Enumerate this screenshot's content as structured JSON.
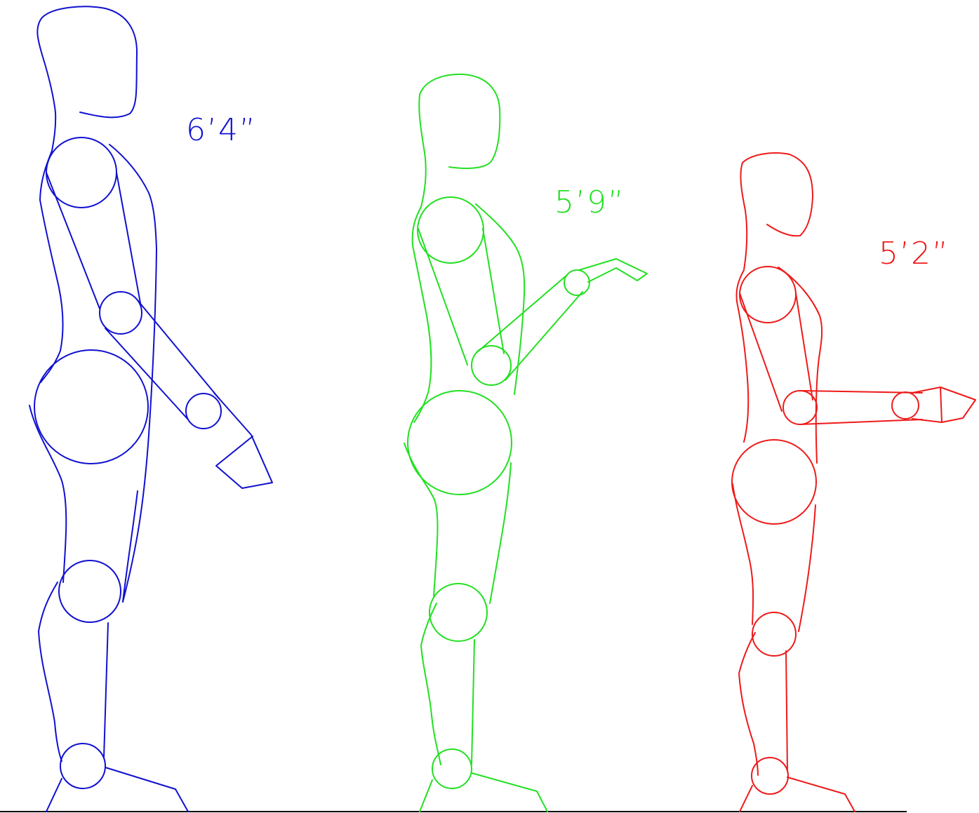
{
  "figures": [
    {
      "id": "tall",
      "height_label": "6’4”",
      "color": "#1010d0"
    },
    {
      "id": "medium",
      "height_label": "5’9”",
      "color": "#22e022"
    },
    {
      "id": "short",
      "height_label": "5’2”",
      "color": "#ee1a1a"
    }
  ],
  "ground_color": "#000000"
}
